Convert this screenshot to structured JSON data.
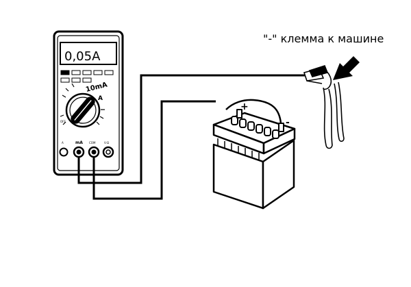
{
  "multimeter": {
    "display_value": "0,05A",
    "range_label": "10mA",
    "range_unit": "A",
    "off_label": "OFF",
    "jack_labels": [
      "A",
      "mA",
      "COM",
      "V·Ω"
    ]
  },
  "battery": {
    "plus_sign": "+",
    "minus_sign": "-"
  },
  "clamp_label": "\"-\" клемма к машине",
  "colors": {
    "line": "#000000",
    "background": "#ffffff",
    "lcd": "#ffffff"
  }
}
